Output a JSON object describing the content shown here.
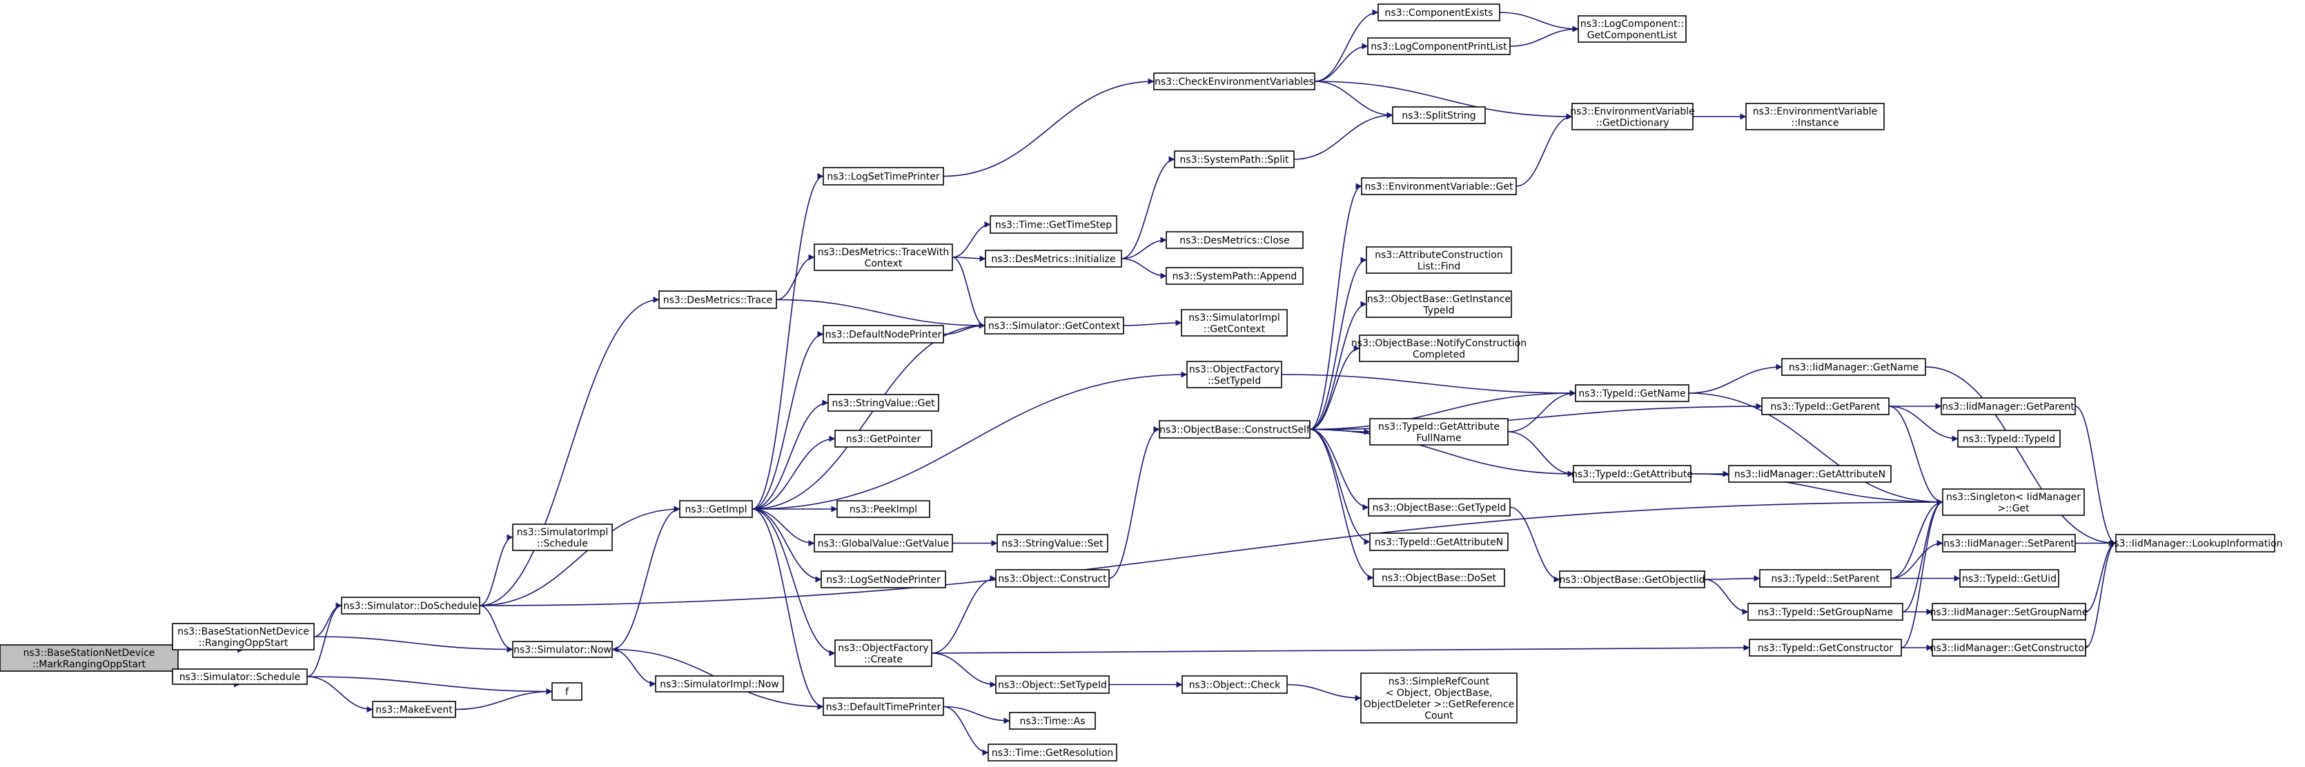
{
  "diagram": {
    "type": "call-graph",
    "colors": {
      "edge": "#191970",
      "root_fill": "#bfbfbf",
      "node_fill": "#ffffff",
      "node_border": "#000000"
    },
    "nodes": [
      {
        "id": "root",
        "lines": [
          "ns3::BaseStationNetDevice",
          "::MarkRangingOppStart"
        ]
      },
      {
        "id": "ranging",
        "lines": [
          "ns3::BaseStationNetDevice",
          "::RangingOppStart"
        ]
      },
      {
        "id": "sched",
        "lines": [
          "ns3::Simulator::Schedule"
        ]
      },
      {
        "id": "dosched",
        "lines": [
          "ns3::Simulator::DoSchedule"
        ]
      },
      {
        "id": "now",
        "lines": [
          "ns3::Simulator::Now"
        ]
      },
      {
        "id": "makeevent",
        "lines": [
          "ns3::MakeEvent"
        ]
      },
      {
        "id": "f",
        "lines": [
          "f"
        ]
      },
      {
        "id": "desmtrace",
        "lines": [
          "ns3::DesMetrics::Trace"
        ]
      },
      {
        "id": "simimplsched",
        "lines": [
          "ns3::SimulatorImpl",
          "::Schedule"
        ]
      },
      {
        "id": "getimpl",
        "lines": [
          "ns3::GetImpl"
        ]
      },
      {
        "id": "simimplnow",
        "lines": [
          "ns3::SimulatorImpl::Now"
        ]
      },
      {
        "id": "logsettime",
        "lines": [
          "ns3::LogSetTimePrinter"
        ]
      },
      {
        "id": "tracewith",
        "lines": [
          "ns3::DesMetrics::TraceWith",
          "Context"
        ]
      },
      {
        "id": "defnode",
        "lines": [
          "ns3::DefaultNodePrinter"
        ]
      },
      {
        "id": "strget",
        "lines": [
          "ns3::StringValue::Get"
        ]
      },
      {
        "id": "getptr",
        "lines": [
          "ns3::GetPointer"
        ]
      },
      {
        "id": "peekimpl",
        "lines": [
          "ns3::PeekImpl"
        ]
      },
      {
        "id": "gvget",
        "lines": [
          "ns3::GlobalValue::GetValue"
        ]
      },
      {
        "id": "logsetnode",
        "lines": [
          "ns3::LogSetNodePrinter"
        ]
      },
      {
        "id": "ofcreate",
        "lines": [
          "ns3::ObjectFactory",
          "::Create"
        ]
      },
      {
        "id": "deftime",
        "lines": [
          "ns3::DefaultTimePrinter"
        ]
      },
      {
        "id": "checkenv",
        "lines": [
          "ns3::CheckEnvironmentVariables"
        ]
      },
      {
        "id": "gettimestep",
        "lines": [
          "ns3::Time::GetTimeStep"
        ]
      },
      {
        "id": "desminit",
        "lines": [
          "ns3::DesMetrics::Initialize"
        ]
      },
      {
        "id": "simgetctx",
        "lines": [
          "ns3::Simulator::GetContext"
        ]
      },
      {
        "id": "strset",
        "lines": [
          "ns3::StringValue::Set"
        ]
      },
      {
        "id": "objconstruct",
        "lines": [
          "ns3::Object::Construct"
        ]
      },
      {
        "id": "objsettid",
        "lines": [
          "ns3::Object::SetTypeId"
        ]
      },
      {
        "id": "timeas",
        "lines": [
          "ns3::Time::As"
        ]
      },
      {
        "id": "timegetres",
        "lines": [
          "ns3::Time::GetResolution"
        ]
      },
      {
        "id": "compexists",
        "lines": [
          "ns3::ComponentExists"
        ]
      },
      {
        "id": "logcompprint",
        "lines": [
          "ns3::LogComponentPrintList"
        ]
      },
      {
        "id": "splitstr",
        "lines": [
          "ns3::SplitString"
        ]
      },
      {
        "id": "syspathsplit",
        "lines": [
          "ns3::SystemPath::Split"
        ]
      },
      {
        "id": "desmclose",
        "lines": [
          "ns3::DesMetrics::Close"
        ]
      },
      {
        "id": "syspathappend",
        "lines": [
          "ns3::SystemPath::Append"
        ]
      },
      {
        "id": "simimplgetctx",
        "lines": [
          "ns3::SimulatorImpl",
          "::GetContext"
        ]
      },
      {
        "id": "ofsettid",
        "lines": [
          "ns3::ObjectFactory",
          "::SetTypeId"
        ]
      },
      {
        "id": "constructself",
        "lines": [
          "ns3::ObjectBase::ConstructSelf"
        ]
      },
      {
        "id": "objcheck",
        "lines": [
          "ns3::Object::Check"
        ]
      },
      {
        "id": "logcompget",
        "lines": [
          "ns3::LogComponent::",
          "GetComponentList"
        ]
      },
      {
        "id": "envgetdict",
        "lines": [
          "ns3::EnvironmentVariable",
          "::GetDictionary"
        ]
      },
      {
        "id": "envget",
        "lines": [
          "ns3::EnvironmentVariable::Get"
        ]
      },
      {
        "id": "acfind",
        "lines": [
          "ns3::AttributeConstruction",
          "List::Find"
        ]
      },
      {
        "id": "obgetinst",
        "lines": [
          "ns3::ObjectBase::GetInstance",
          "TypeId"
        ]
      },
      {
        "id": "obnotify",
        "lines": [
          "ns3::ObjectBase::NotifyConstruction",
          "Completed"
        ]
      },
      {
        "id": "tidgetattrfull",
        "lines": [
          "ns3::TypeId::GetAttribute",
          "FullName"
        ]
      },
      {
        "id": "obgettid",
        "lines": [
          "ns3::ObjectBase::GetTypeId"
        ]
      },
      {
        "id": "tidgetattrn",
        "lines": [
          "ns3::TypeId::GetAttributeN"
        ]
      },
      {
        "id": "obdoset",
        "lines": [
          "ns3::ObjectBase::DoSet"
        ]
      },
      {
        "id": "simplerefcount",
        "lines": [
          "ns3::SimpleRefCount",
          "< Object, ObjectBase,",
          "ObjectDeleter >::GetReference",
          "Count"
        ]
      },
      {
        "id": "envinstance",
        "lines": [
          "ns3::EnvironmentVariable",
          "::Instance"
        ]
      },
      {
        "id": "tidgetname",
        "lines": [
          "ns3::TypeId::GetName"
        ]
      },
      {
        "id": "tidgetattr",
        "lines": [
          "ns3::TypeId::GetAttribute"
        ]
      },
      {
        "id": "obgetobjtid",
        "lines": [
          "ns3::ObjectBase::GetObjectIid"
        ]
      },
      {
        "id": "iidgetname",
        "lines": [
          "ns3::IidManager::GetName"
        ]
      },
      {
        "id": "tidgetparent",
        "lines": [
          "ns3::TypeId::GetParent"
        ]
      },
      {
        "id": "iidgetattrn",
        "lines": [
          "ns3::IidManager::GetAttributeN"
        ]
      },
      {
        "id": "tidsetparent",
        "lines": [
          "ns3::TypeId::SetParent"
        ]
      },
      {
        "id": "tidsetgroup",
        "lines": [
          "ns3::TypeId::SetGroupName"
        ]
      },
      {
        "id": "tidgetctor",
        "lines": [
          "ns3::TypeId::GetConstructor"
        ]
      },
      {
        "id": "iidgetparent",
        "lines": [
          "ns3::IidManager::GetParent"
        ]
      },
      {
        "id": "tidtid",
        "lines": [
          "ns3::TypeId::TypeId"
        ]
      },
      {
        "id": "singleton",
        "lines": [
          "ns3::Singleton< IidManager",
          ">::Get"
        ]
      },
      {
        "id": "iidsetparent",
        "lines": [
          "ns3::IidManager::SetParent"
        ]
      },
      {
        "id": "tidgetuid",
        "lines": [
          "ns3::TypeId::GetUid"
        ]
      },
      {
        "id": "iidsetgroup",
        "lines": [
          "ns3::IidManager::SetGroupName"
        ]
      },
      {
        "id": "iidgetctor",
        "lines": [
          "ns3::IidManager::GetConstructor"
        ]
      },
      {
        "id": "iidlookup",
        "lines": [
          "ns3::IidManager::LookupInformation"
        ]
      }
    ],
    "edges": [
      [
        "root",
        "ranging"
      ],
      [
        "root",
        "sched"
      ],
      [
        "ranging",
        "dosched"
      ],
      [
        "ranging",
        "now"
      ],
      [
        "sched",
        "dosched"
      ],
      [
        "sched",
        "makeevent"
      ],
      [
        "sched",
        "f"
      ],
      [
        "makeevent",
        "f"
      ],
      [
        "dosched",
        "desmtrace"
      ],
      [
        "dosched",
        "simimplsched"
      ],
      [
        "dosched",
        "getimpl"
      ],
      [
        "dosched",
        "now"
      ],
      [
        "dosched",
        "singleton"
      ],
      [
        "now",
        "getimpl"
      ],
      [
        "now",
        "simimplnow"
      ],
      [
        "desmtrace",
        "tracewith"
      ],
      [
        "desmtrace",
        "simgetctx"
      ],
      [
        "getimpl",
        "logsettime"
      ],
      [
        "getimpl",
        "defnode"
      ],
      [
        "getimpl",
        "simgetctx"
      ],
      [
        "getimpl",
        "strget"
      ],
      [
        "getimpl",
        "getptr"
      ],
      [
        "getimpl",
        "peekimpl"
      ],
      [
        "getimpl",
        "gvget"
      ],
      [
        "getimpl",
        "logsetnode"
      ],
      [
        "getimpl",
        "ofcreate"
      ],
      [
        "getimpl",
        "deftime"
      ],
      [
        "getimpl",
        "ofsettid"
      ],
      [
        "logsettime",
        "checkenv"
      ],
      [
        "tracewith",
        "gettimestep"
      ],
      [
        "tracewith",
        "desminit"
      ],
      [
        "tracewith",
        "simgetctx"
      ],
      [
        "defnode",
        "simgetctx"
      ],
      [
        "gvget",
        "strset"
      ],
      [
        "ofcreate",
        "objconstruct"
      ],
      [
        "ofcreate",
        "objsettid"
      ],
      [
        "ofcreate",
        "tidgetctor"
      ],
      [
        "deftime",
        "now"
      ],
      [
        "deftime",
        "timeas"
      ],
      [
        "deftime",
        "timegetres"
      ],
      [
        "checkenv",
        "compexists"
      ],
      [
        "checkenv",
        "logcompprint"
      ],
      [
        "checkenv",
        "splitstr"
      ],
      [
        "checkenv",
        "envgetdict"
      ],
      [
        "desminit",
        "syspathsplit"
      ],
      [
        "desminit",
        "desmclose"
      ],
      [
        "desminit",
        "syspathappend"
      ],
      [
        "simgetctx",
        "simimplgetctx"
      ],
      [
        "objconstruct",
        "constructself"
      ],
      [
        "objsettid",
        "objcheck"
      ],
      [
        "ofsettid",
        "tidgetname"
      ],
      [
        "compexists",
        "logcompget"
      ],
      [
        "logcompprint",
        "logcompget"
      ],
      [
        "syspathsplit",
        "splitstr"
      ],
      [
        "envget",
        "envgetdict"
      ],
      [
        "envgetdict",
        "envinstance"
      ],
      [
        "constructself",
        "envget"
      ],
      [
        "constructself",
        "acfind"
      ],
      [
        "constructself",
        "obgetinst"
      ],
      [
        "constructself",
        "obnotify"
      ],
      [
        "constructself",
        "tidgetattrfull"
      ],
      [
        "constructself",
        "obgettid"
      ],
      [
        "constructself",
        "tidgetattrn"
      ],
      [
        "constructself",
        "obdoset"
      ],
      [
        "constructself",
        "tidgetname"
      ],
      [
        "constructself",
        "tidgetattr"
      ],
      [
        "constructself",
        "tidgetparent"
      ],
      [
        "tidgetattrfull",
        "tidgetname"
      ],
      [
        "tidgetattrfull",
        "tidgetattr"
      ],
      [
        "obgettid",
        "obgetobjtid"
      ],
      [
        "objcheck",
        "simplerefcount"
      ],
      [
        "tidgetname",
        "iidgetname"
      ],
      [
        "tidgetname",
        "singleton"
      ],
      [
        "tidgetattr",
        "iidgetattrn"
      ],
      [
        "tidgetattr",
        "singleton"
      ],
      [
        "obgetobjtid",
        "tidsetparent"
      ],
      [
        "obgetobjtid",
        "tidsetgroup"
      ],
      [
        "iidgetname",
        "iidlookup"
      ],
      [
        "tidgetparent",
        "iidgetparent"
      ],
      [
        "tidgetparent",
        "tidtid"
      ],
      [
        "tidgetparent",
        "singleton"
      ],
      [
        "iidgetparent",
        "iidlookup"
      ],
      [
        "tidsetparent",
        "singleton"
      ],
      [
        "tidsetparent",
        "iidsetparent"
      ],
      [
        "tidsetparent",
        "tidgetuid"
      ],
      [
        "tidsetgroup",
        "singleton"
      ],
      [
        "tidsetgroup",
        "iidsetgroup"
      ],
      [
        "tidgetctor",
        "singleton"
      ],
      [
        "tidgetctor",
        "iidgetctor"
      ],
      [
        "iidsetparent",
        "iidlookup"
      ],
      [
        "iidsetgroup",
        "iidlookup"
      ],
      [
        "iidgetctor",
        "iidlookup"
      ]
    ]
  }
}
